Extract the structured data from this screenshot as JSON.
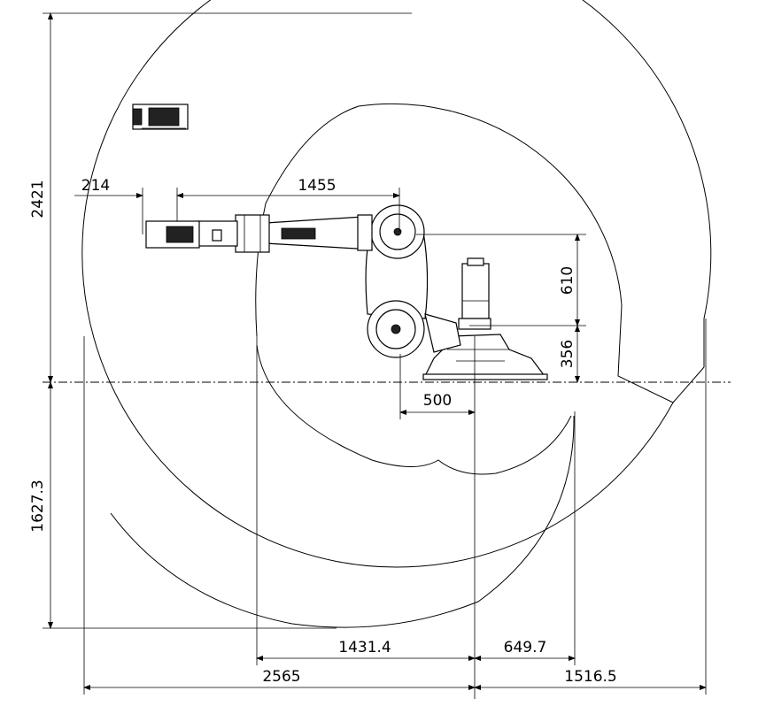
{
  "dimensions": {
    "dim_2421": "2421",
    "dim_1627_3": "1627.3",
    "dim_214": "214",
    "dim_1455": "1455",
    "dim_610": "610",
    "dim_356": "356",
    "dim_500": "500",
    "dim_1431_4": "1431.4",
    "dim_649_7": "649.7",
    "dim_2565": "2565",
    "dim_1516_5": "1516.5"
  }
}
